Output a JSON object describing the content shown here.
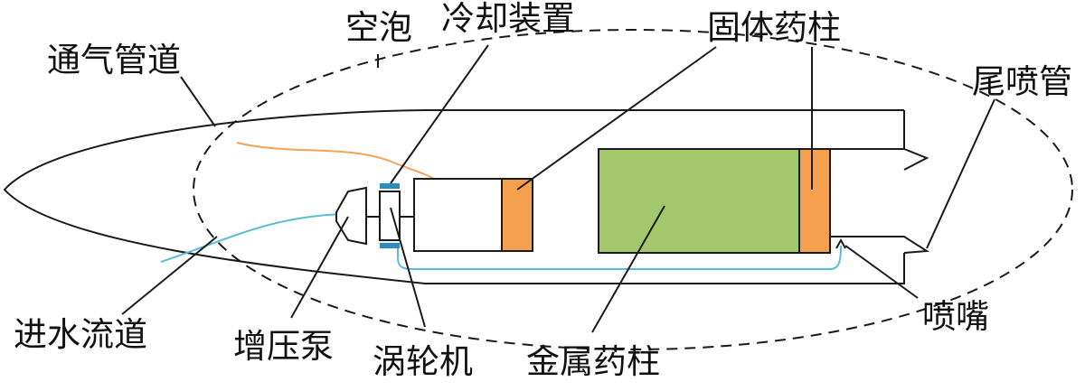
{
  "labels": {
    "cavity": "空泡",
    "cooling": "冷却装置",
    "solid_grain": "固体药柱",
    "vent": "通气管道",
    "tail_pipe": "尾喷管",
    "water_inlet": "进水流道",
    "pump": "增压泵",
    "turbine": "涡轮机",
    "metal_grain": "金属药柱",
    "nozzle": "喷嘴"
  },
  "colors": {
    "outline": "#1a1a1a",
    "vent_pipe": "#f5a259",
    "water_pipe": "#5bbcd6",
    "grain_orange": "#f5a04f",
    "metal_green": "#a3c76b",
    "cooler_blue": "#2a8fc0"
  }
}
